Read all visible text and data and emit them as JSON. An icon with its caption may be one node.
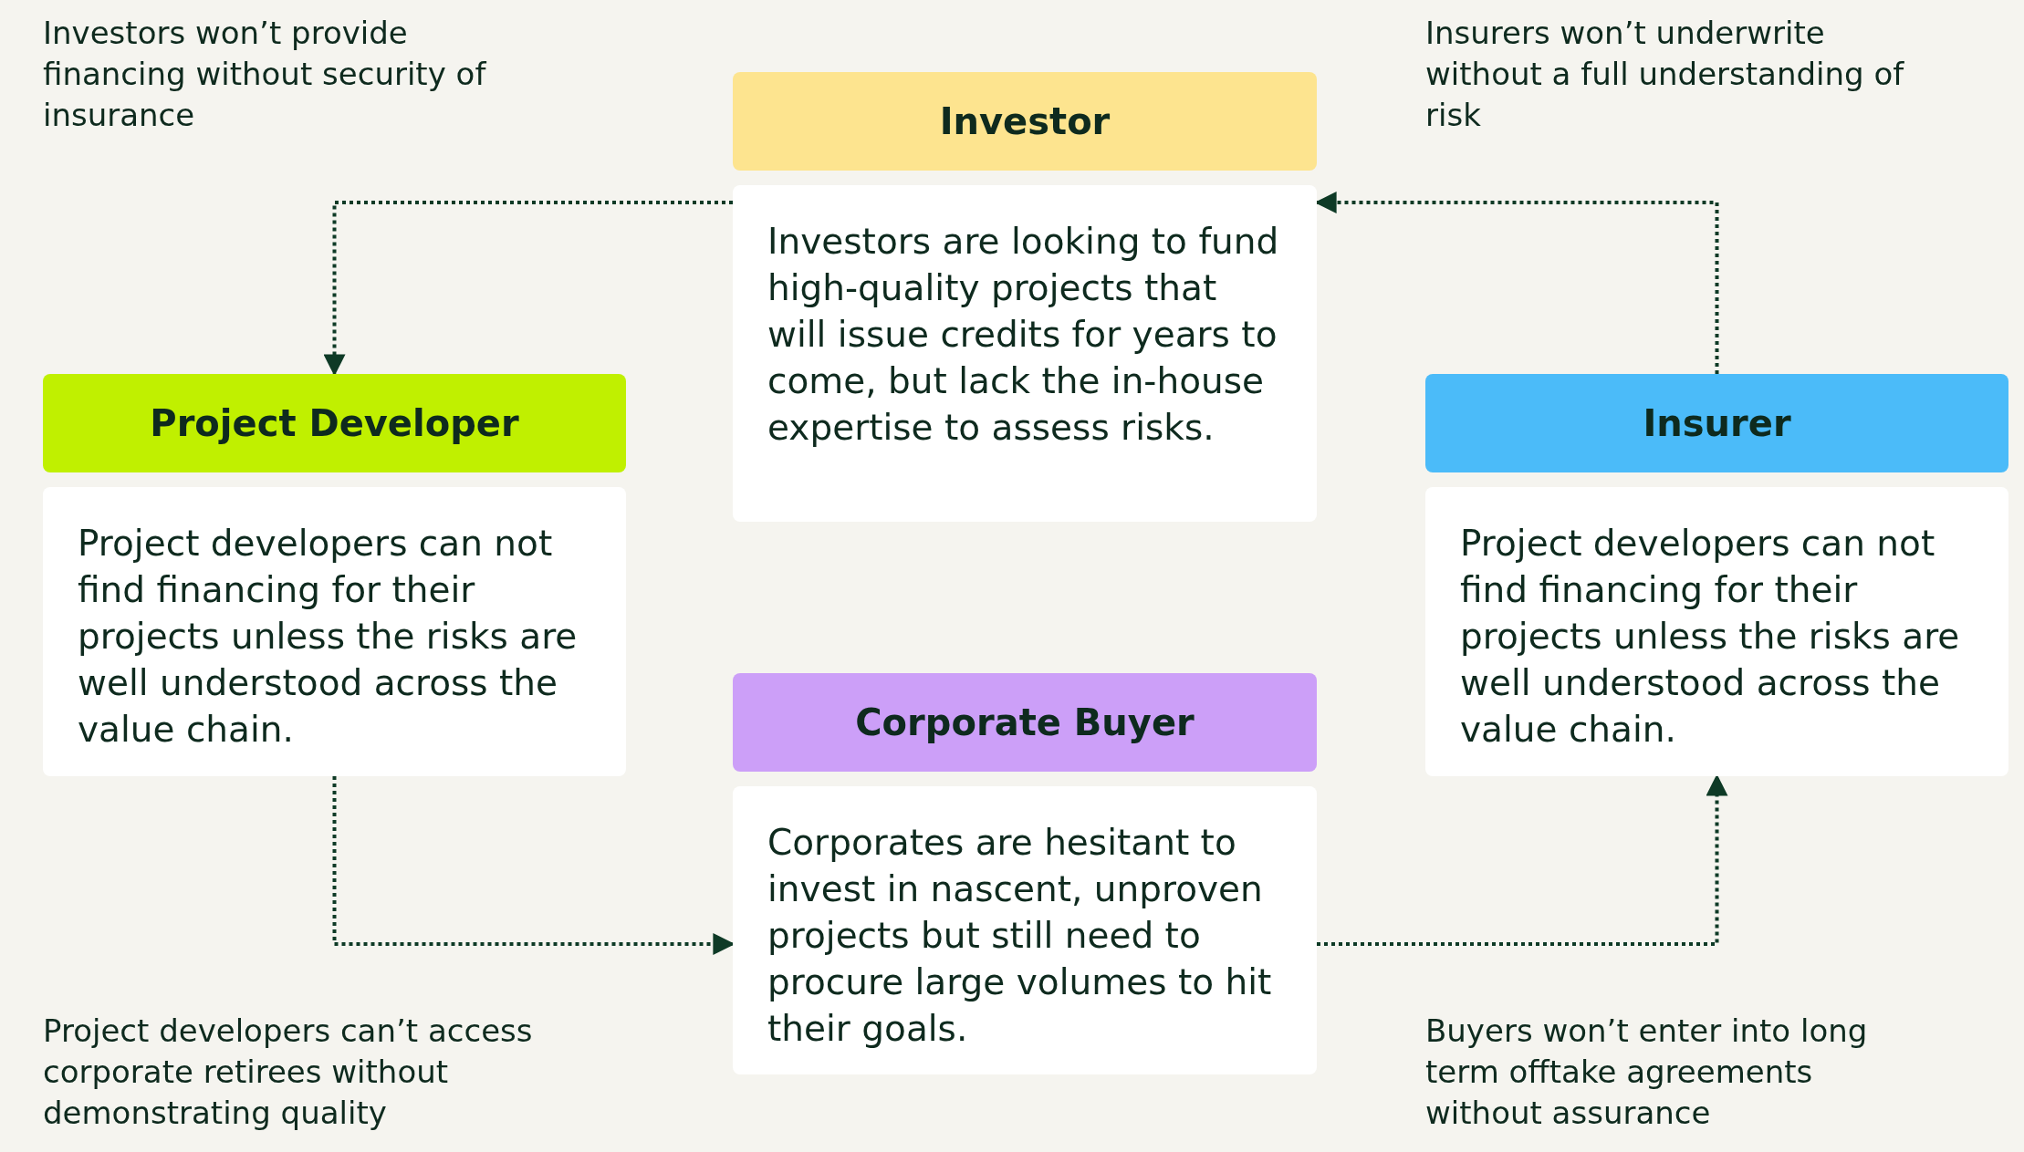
{
  "diagram": {
    "nodes": [
      {
        "text": [
          "Investor",
          "Investors are looking to fund high-quality projects that will issue credits for years to come, but lack the in-house expertise to assess risks."
        ]
      },
      {
        "text": [
          "Project Developer",
          "Project developers can not find financing for their projects unless the risks are well understood across the value chain."
        ]
      },
      {
        "text": [
          "Insurer",
          "Project developers can not find financing for their projects unless the risks are well understood across the value chain."
        ]
      },
      {
        "text": [
          "Corporate Buyer",
          "Corporates are hesitant to invest in nascent, unproven projects but still need to procure large volumes to hit their goals."
        ]
      }
    ],
    "edges": [
      {
        "from": 0,
        "to": 1,
        "arrow": "to",
        "style": "dashed"
      },
      {
        "from": 1,
        "to": 3,
        "arrow": "to",
        "style": "dashed"
      },
      {
        "from": 3,
        "to": 2,
        "arrow": "to",
        "style": "dashed"
      },
      {
        "from": 2,
        "to": 0,
        "arrow": "to",
        "style": "dashed"
      }
    ],
    "labels": [
      "Investors won’t provide financing without security of insurance",
      "Insurers won’t underwrite without a full understanding of risk",
      "Project developers can’t access corporate retirees without demonstrating quality",
      "Buyers won’t enter into long term offtake agreements without assurance"
    ]
  }
}
